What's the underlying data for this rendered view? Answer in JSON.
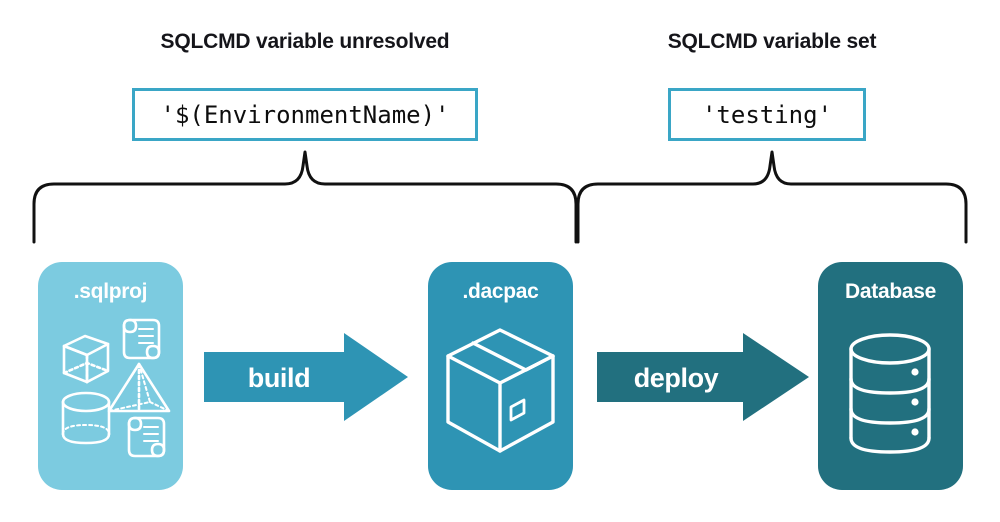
{
  "diagram": {
    "title_left": "SQLCMD variable unresolved",
    "title_right": "SQLCMD variable set",
    "code_left": "'$(EnvironmentName)'",
    "code_right": "'testing'",
    "stages": [
      {
        "label": ".sqlproj",
        "color": "#7ccbe0",
        "icons": [
          "cube-icon",
          "scroll-icon",
          "pyramid-icon",
          "cylinder-icon",
          "scroll-icon"
        ]
      },
      {
        "label": ".dacpac",
        "color": "#2e94b4",
        "icons": [
          "package-box-icon"
        ]
      },
      {
        "label": "Database",
        "color": "#22707f",
        "icons": [
          "database-cylinder-icon"
        ]
      }
    ],
    "arrows": [
      {
        "label": "build",
        "color": "#2e94b4"
      },
      {
        "label": "deploy",
        "color": "#22707f"
      }
    ],
    "colors": {
      "code_border": "#3aa6c6",
      "text": "#15151a",
      "brace": "#111111",
      "background": "#ffffff"
    }
  }
}
